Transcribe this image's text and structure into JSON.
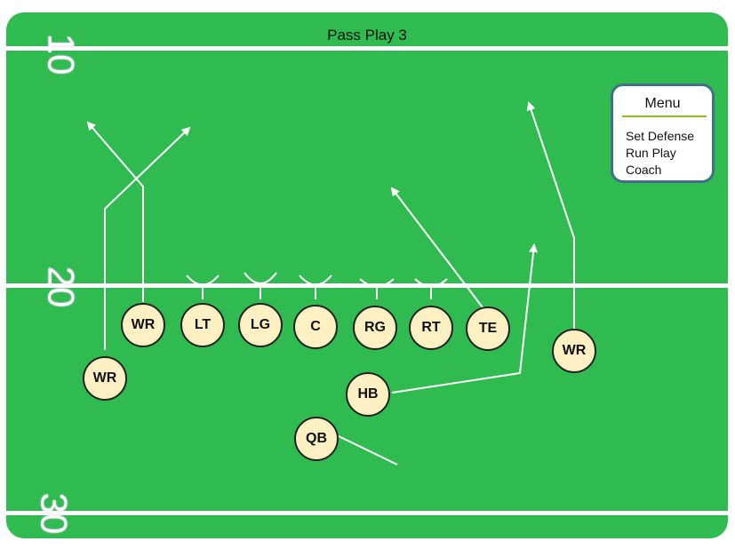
{
  "title": "Pass Play 3",
  "yard_numbers": [
    "10",
    "20",
    "30"
  ],
  "players": {
    "wr_left": "WR",
    "wr_slot": "WR",
    "lt": "LT",
    "lg": "LG",
    "c": "C",
    "rg": "RG",
    "rt": "RT",
    "te": "TE",
    "wr_right": "WR",
    "hb": "HB",
    "qb": "QB"
  },
  "menu": {
    "title": "Menu",
    "items": [
      "Set Defense",
      "Run Play",
      "Coach"
    ]
  },
  "colors": {
    "field": "#2fbb4f",
    "player_fill": "#fdf0c2",
    "menu_border": "#3f6f8a",
    "menu_underline": "#8dbb24"
  }
}
